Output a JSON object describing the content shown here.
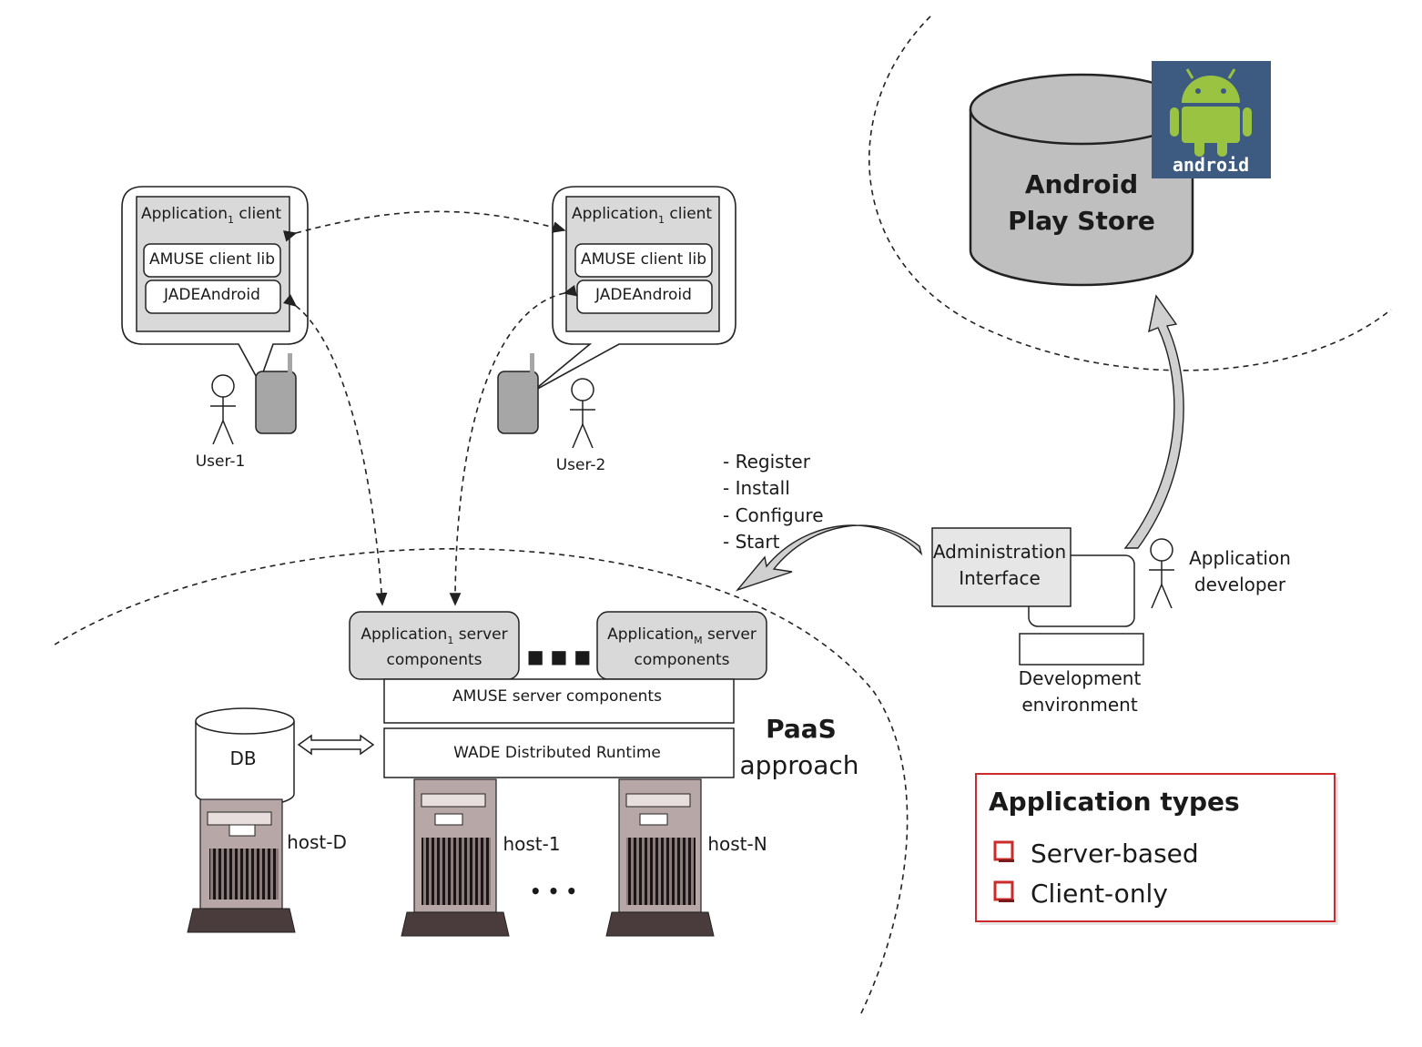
{
  "client_left": {
    "title_pre": "Application",
    "title_sub": "1",
    "title_post": " client",
    "lib": "AMUSE client lib",
    "runtime": "JADEAndroid"
  },
  "client_right": {
    "title_pre": "Application",
    "title_sub": "1",
    "title_post": " client",
    "lib": "AMUSE client lib",
    "runtime": "JADEAndroid"
  },
  "users": {
    "user1": "User-1",
    "user2": "User-2"
  },
  "store": {
    "line1": "Android",
    "line2": "Play Store",
    "logo_text": "android"
  },
  "actions": [
    "- Register",
    "- Install",
    "- Configure",
    "- Start"
  ],
  "admin": {
    "line1": "Administration",
    "line2": "Interface"
  },
  "developer": {
    "line1": "Application",
    "line2": "developer"
  },
  "devenv": {
    "line1": "Development",
    "line2": "environment"
  },
  "server_left": {
    "pre": "Application",
    "sub": "1",
    "post": " server",
    "line2": "components"
  },
  "server_right": {
    "pre": "Application",
    "sub": "M",
    "post": " server",
    "line2": "components"
  },
  "amuse_server": "AMUSE server components",
  "wade": "WADE Distributed Runtime",
  "paas": {
    "line1": "PaaS",
    "line2": "approach"
  },
  "db": "DB",
  "hosts": {
    "d": "host-D",
    "one": "host-1",
    "n": "host-N"
  },
  "ellipsis": "• • •",
  "ellipsis_big": "■ ■ ■",
  "app_types": {
    "title": "Application types",
    "items": [
      "Server-based",
      "Client-only"
    ]
  },
  "colors": {
    "box_gray": "#d9d9d9",
    "android_blue": "#3d5a80",
    "android_green": "#9ac342",
    "red_accent": "#cc2b2b"
  }
}
